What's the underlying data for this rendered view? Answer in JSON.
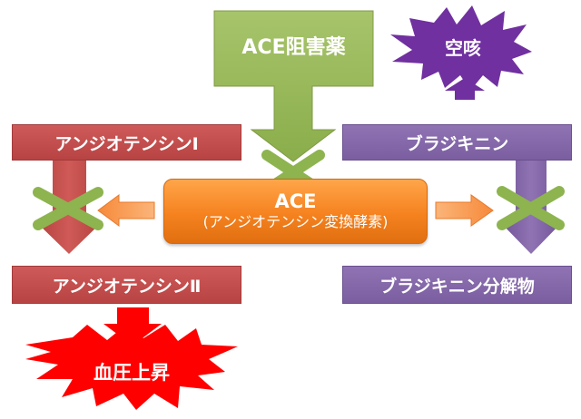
{
  "colors": {
    "red": "#c0504d",
    "purple": "#8064a2",
    "green": "#9bbb59",
    "orange": "#f79646",
    "burst_red": "#ff0000",
    "burst_purple": "#7030a0"
  },
  "inhibitor": {
    "label": "ACE阻害薬"
  },
  "cough": {
    "label": "空咳"
  },
  "angiotensin1": {
    "label": "アンジオテンシンⅠ"
  },
  "angiotensin2": {
    "label": "アンジオテンシンⅡ"
  },
  "bradykinin": {
    "label": "ブラジキニン"
  },
  "bradykinin_metabolite": {
    "label": "ブラジキニン分解物"
  },
  "ace": {
    "title": "ACE",
    "subtitle": "(アンジオテンシン変換酵素)"
  },
  "blood_pressure": {
    "label": "血圧上昇"
  }
}
